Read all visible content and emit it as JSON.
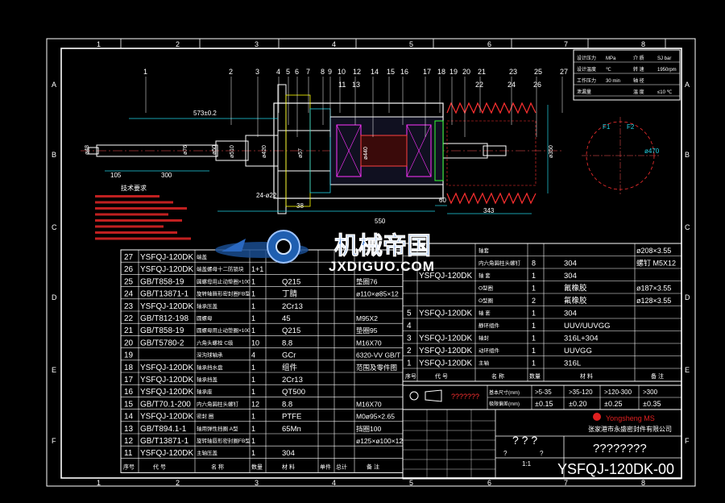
{
  "colors": {
    "background": "#000000",
    "frame": "#ffffff",
    "part_lines": "#ff2b2b",
    "dimension": "#22d3e6",
    "table_text": "#ffffff",
    "table_code": "#ffffff",
    "bellows": "#ff3030",
    "yellow": "#ffff00",
    "magenta": "#ff33ff",
    "green": "#33ff33",
    "logo_blue": "#1f5fb0",
    "brand_red": "#e02020"
  },
  "grid_cols": [
    "1",
    "2",
    "3",
    "4",
    "5",
    "6",
    "7",
    "8"
  ],
  "grid_rows": [
    "A",
    "B",
    "C",
    "D",
    "E",
    "F"
  ],
  "callouts": [
    "1",
    "2",
    "3",
    "4",
    "5",
    "6",
    "7",
    "8",
    "9",
    "10",
    "12",
    "14",
    "15",
    "16",
    "17",
    "18",
    "19",
    "20",
    "21",
    "23",
    "25",
    "27",
    "11",
    "13",
    "22",
    "24",
    "26"
  ],
  "dimensions": {
    "d_573": "573±0.2",
    "d_105": "105",
    "d_300": "300",
    "d_550": "550",
    "d_60": "60",
    "d_343": "343",
    "d_470": "ø470",
    "d_350": "ø350",
    "d_440": "ø440",
    "d_d1": "ø48",
    "d_d2": "ø76",
    "d_d3": "ø510",
    "d_d4": "ø50",
    "d_d5": "ø57",
    "d_d6": "ø420",
    "d_d7": "ø440",
    "d_24": "24-ø22",
    "d_38": "38",
    "d_hole": "ø470"
  },
  "tech_req_title": "技术要求",
  "parts_left": [
    {
      "no": "27",
      "code": "YSFQJ-120DK",
      "name": "端盖",
      "qty": "",
      "mat": "",
      "note": ""
    },
    {
      "no": "26",
      "code": "YSFQJ-120DK",
      "name": "端盖螺母十二防锁块",
      "qty": "1+1",
      "mat": "",
      "note": ""
    },
    {
      "no": "25",
      "code": "GB/T858-19",
      "name": "圆螺母用止动垫圈×100",
      "qty": "1",
      "mat": "Q215",
      "note": "垫圈76"
    },
    {
      "no": "24",
      "code": "GB/T13871-1",
      "name": "旋转轴唇形密封圈FB型",
      "qty": "1",
      "mat": "丁腈",
      "note": "ø110×ø85×12"
    },
    {
      "no": "23",
      "code": "YSFQJ-120DK",
      "name": "轴承压盖",
      "qty": "1",
      "mat": "2Cr13",
      "note": ""
    },
    {
      "no": "22",
      "code": "GB/T812-198",
      "name": "圆螺母",
      "qty": "1",
      "mat": "45",
      "note": "M95X2"
    },
    {
      "no": "21",
      "code": "GB/T858-19",
      "name": "圆螺母用止动垫圈×100",
      "qty": "1",
      "mat": "Q215",
      "note": "垫圈95"
    },
    {
      "no": "20",
      "code": "GB/T5780-2",
      "name": "六角头螺栓 C级",
      "qty": "10",
      "mat": "8.8",
      "note": "M16X70"
    },
    {
      "no": "19",
      "code": "",
      "name": "深沟球轴承",
      "qty": "4",
      "mat": "GCr",
      "note": "6320-VV GB/T"
    },
    {
      "no": "18",
      "code": "YSFQJ-120DK",
      "name": "轴承挡水盘",
      "qty": "1",
      "mat": "组件",
      "note": "范围及零件图"
    },
    {
      "no": "17",
      "code": "YSFQJ-120DK",
      "name": "轴承挡盖",
      "qty": "1",
      "mat": "2Cr13",
      "note": ""
    },
    {
      "no": "16",
      "code": "YSFQJ-120DK",
      "name": "轴承座",
      "qty": "1",
      "mat": "QT500",
      "note": ""
    },
    {
      "no": "15",
      "code": "GB/T70.1-200",
      "name": "内六角圆柱头螺钉",
      "qty": "12",
      "mat": "8.8",
      "note": "M16X70"
    },
    {
      "no": "14",
      "code": "YSFQJ-120DK",
      "name": "密封 圈",
      "qty": "1",
      "mat": "PTFE",
      "note": "M0ø95×2.65"
    },
    {
      "no": "13",
      "code": "GB/T894.1-1",
      "name": "轴用弹性挡圈 A型",
      "qty": "1",
      "mat": "65Mn",
      "note": "挡圈100"
    },
    {
      "no": "12",
      "code": "GB/T13871-1",
      "name": "旋转轴唇形密封圈FB型",
      "qty": "1",
      "mat": "",
      "note": "ø125×ø100×12"
    },
    {
      "no": "11",
      "code": "YSFQJ-120DK",
      "name": "主轴压盖",
      "qty": "1",
      "mat": "304",
      "note": ""
    }
  ],
  "parts_left_header": {
    "no": "序号",
    "code": "代 号",
    "name": "名 称",
    "qty": "数量",
    "mat": "材 料",
    "w1": "单件",
    "w2": "总计",
    "note": "备 注"
  },
  "parts_right": [
    {
      "no": "",
      "code": "",
      "name": "轴套",
      "qty": "",
      "mat": "",
      "note": "ø208×3.55"
    },
    {
      "no": "",
      "code": "",
      "name": "内六角圆柱头螺钉",
      "qty": "8",
      "mat": "304",
      "note": "螺钉 M5X12"
    },
    {
      "no": "",
      "code": "YSFQJ-120DK",
      "name": "轴 套",
      "qty": "1",
      "mat": "304",
      "note": ""
    },
    {
      "no": "",
      "code": "",
      "name": "O型圈",
      "qty": "1",
      "mat": "氟橡胶",
      "note": "ø187×3.55"
    },
    {
      "no": "",
      "code": "",
      "name": "O型圈",
      "qty": "2",
      "mat": "氟橡胶",
      "note": "ø128×3.55"
    },
    {
      "no": "5",
      "code": "YSFQJ-120DK",
      "name": "轴 套",
      "qty": "1",
      "mat": "304",
      "note": ""
    },
    {
      "no": "4",
      "code": "",
      "name": "静环组件",
      "qty": "1",
      "mat": "UUV/UUVGG",
      "note": ""
    },
    {
      "no": "3",
      "code": "YSFQJ-120DK",
      "name": "轴封",
      "qty": "1",
      "mat": "316L+304",
      "note": ""
    },
    {
      "no": "2",
      "code": "YSFQJ-120DK",
      "name": "动环组件",
      "qty": "1",
      "mat": "UUVGG",
      "note": ""
    },
    {
      "no": "1",
      "code": "YSFQJ-120DK",
      "name": "主轴",
      "qty": "1",
      "mat": "316L",
      "note": ""
    }
  ],
  "parts_right_header": {
    "no": "序号",
    "code": "代 号",
    "name": "名 称",
    "qty": "数量",
    "mat": "材 料",
    "note": "备 注"
  },
  "tolerance": {
    "row1_label": "基本尺寸(mm)",
    "row2_label": "极限偏差(mm)",
    "ranges": [
      ">5-35",
      ">35-120",
      ">120-300",
      ">300"
    ],
    "values": [
      "±0.15",
      "±0.20",
      "±0.25",
      "±0.35"
    ],
    "note": "???????"
  },
  "top_right_table": [
    [
      "设计压力",
      "MPa",
      "介 质",
      "SJ bar"
    ],
    [
      "设计温度",
      "℃",
      "转 速",
      "1950rpm"
    ],
    [
      "工作压力",
      "30 min",
      "轴 径",
      ""
    ],
    [
      "泄漏量",
      "",
      "温 度",
      "≤10 ℃"
    ]
  ],
  "company": {
    "brand": "Yongsheng MS",
    "name": "张家港市永盛密封件有限公司"
  },
  "title_block": {
    "drawing_name": "? ? ?",
    "question": "????????",
    "drawing_no": "YSFQJ-120DK-00",
    "scale": "1:1",
    "mark1": "?",
    "mark2": "?"
  },
  "watermark": {
    "cn": "机械帝国",
    "en": "JXDIGUO.COM"
  },
  "flange_labels": {
    "a": "F1",
    "b": "F2",
    "c": "ø470"
  }
}
